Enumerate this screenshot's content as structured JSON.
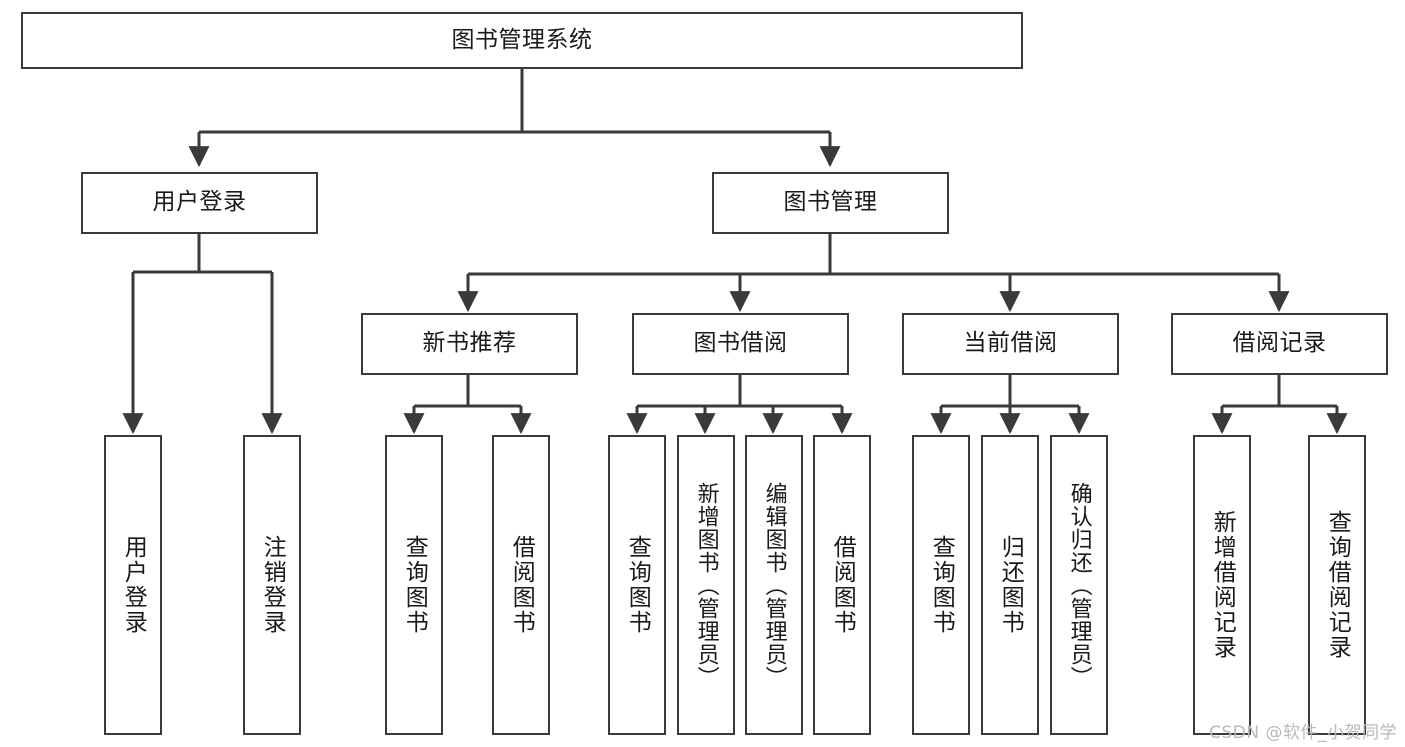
{
  "diagram": {
    "title": "图书管理系统",
    "type": "tree",
    "stroke_color": "#3a3a3a",
    "fill_color": "#ffffff",
    "text_color": "#1a1a1a",
    "watermark": "CSDN @软件_小贺同学",
    "levels": {
      "level1": [
        {
          "id": "root",
          "label": "图书管理系统"
        }
      ],
      "level2": [
        {
          "id": "user-login",
          "label": "用户登录"
        },
        {
          "id": "book-manage",
          "label": "图书管理"
        }
      ],
      "level3": [
        {
          "id": "new-book-rec",
          "label": "新书推荐"
        },
        {
          "id": "book-borrow",
          "label": "图书借阅"
        },
        {
          "id": "current-borrow",
          "label": "当前借阅"
        },
        {
          "id": "borrow-record",
          "label": "借阅记录"
        }
      ],
      "level4": [
        {
          "id": "leaf-user-login",
          "label": "用户登录",
          "parent": "user-login"
        },
        {
          "id": "leaf-logout",
          "label": "注销登录",
          "parent": "user-login"
        },
        {
          "id": "leaf-query-book-1",
          "label": "查询图书",
          "parent": "new-book-rec"
        },
        {
          "id": "leaf-borrow-book-1",
          "label": "借阅图书",
          "parent": "new-book-rec"
        },
        {
          "id": "leaf-query-book-2",
          "label": "查询图书",
          "parent": "book-borrow"
        },
        {
          "id": "leaf-add-book",
          "label": "新增图书（管理员）",
          "parent": "book-borrow"
        },
        {
          "id": "leaf-edit-book",
          "label": "编辑图书（管理员）",
          "parent": "book-borrow"
        },
        {
          "id": "leaf-borrow-book-2",
          "label": "借阅图书",
          "parent": "book-borrow"
        },
        {
          "id": "leaf-query-book-3",
          "label": "查询图书",
          "parent": "current-borrow"
        },
        {
          "id": "leaf-return-book",
          "label": "归还图书",
          "parent": "current-borrow"
        },
        {
          "id": "leaf-confirm-return",
          "label": "确认归还（管理员）",
          "parent": "current-borrow"
        },
        {
          "id": "leaf-add-record",
          "label": "新增借阅记录",
          "parent": "borrow-record"
        },
        {
          "id": "leaf-query-record",
          "label": "查询借阅记录",
          "parent": "borrow-record"
        }
      ]
    }
  }
}
